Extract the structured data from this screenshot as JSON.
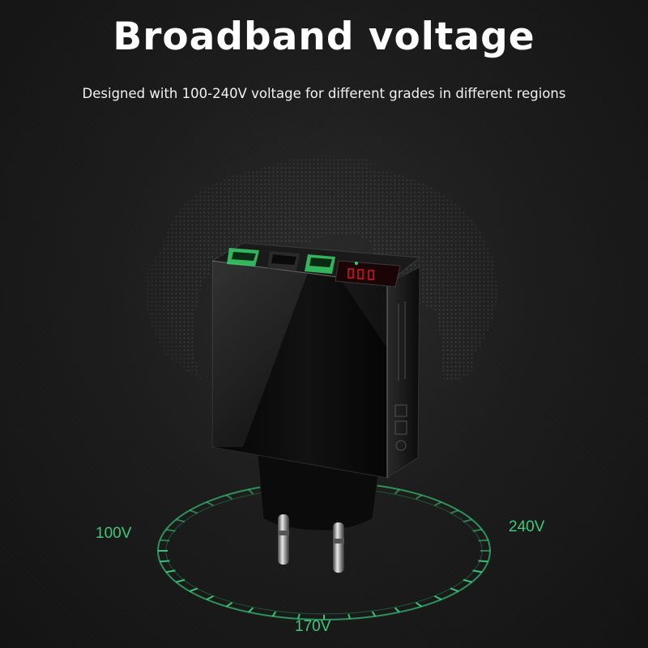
{
  "headline": "Broadband voltage",
  "subheadline": "Designed with 100-240V voltage for different grades in different regions",
  "voltage_dial": {
    "min_label": "100V",
    "mid_label": "170V",
    "max_label": "240V",
    "accent_color": "#3fc87a"
  },
  "product": {
    "type": "charger-icon",
    "usb_port_count": 3,
    "port_color": "#39d06a",
    "display_color": "#e0141e",
    "body_color": "#0a0a0a"
  }
}
